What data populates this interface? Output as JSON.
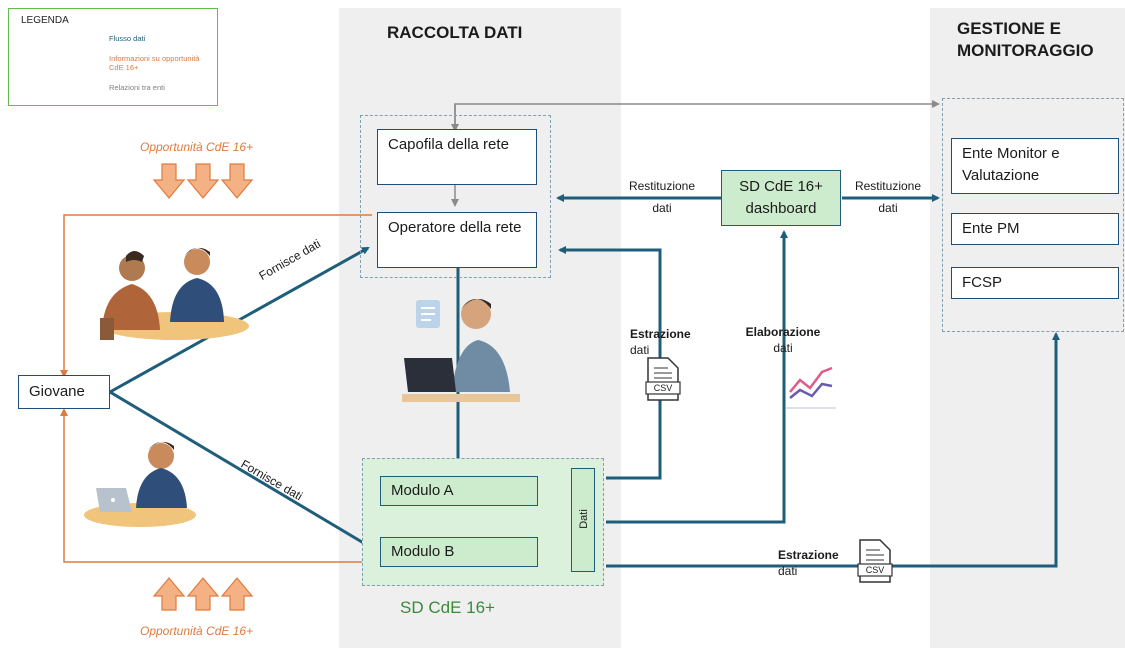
{
  "legend": {
    "title": "LEGENDA",
    "items": [
      {
        "label": "Flusso dati",
        "color": "#1f5e7a"
      },
      {
        "label": "Informazioni su opportunità CdE 16+",
        "color": "#e07a3e"
      },
      {
        "label": "Relazioni tra enti",
        "color": "#7f7f7f"
      }
    ]
  },
  "sections": {
    "raccolta": "RACCOLTA DATI",
    "gestione": "GESTIONE E MONITORAGGIO"
  },
  "opportunities": {
    "top": "Opportunità CdE 16+",
    "bottom": "Opportunità CdE 16+"
  },
  "nodes": {
    "giovane": "Giovane",
    "capofila": "Capofila della rete",
    "operatore": "Operatore della rete",
    "dashboard": "SD CdE 16+ dashboard",
    "ente_monitor": "Ente Monitor e Valutazione",
    "ente_pm": "Ente PM",
    "fcsp": "FCSP",
    "modulo_a": "Modulo A",
    "modulo_b": "Modulo B",
    "dati": "Dati",
    "sd_label": "SD CdE 16+"
  },
  "edges": {
    "fornisce_top": "Fornisce dati",
    "fornisce_bottom": "Fornisce dati",
    "restituzione_left_1": "Restituzione",
    "restituzione_left_2": "dati",
    "restituzione_right_1": "Restituzione",
    "restituzione_right_2": "dati",
    "estrazione_mid_1": "Estrazione",
    "estrazione_mid_2": "dati",
    "elaborazione_1": "Elaborazione",
    "elaborazione_2": "dati",
    "estrazione_bot_1": "Estrazione",
    "estrazione_bot_2": "dati"
  },
  "icons": {
    "csv_1": "CSV",
    "csv_2": "CSV"
  }
}
